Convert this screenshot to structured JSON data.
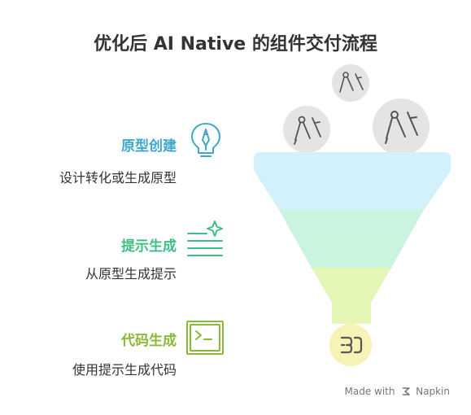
{
  "title": "优化后 AI Native 的组件交付流程",
  "stages": [
    {
      "label": "原型创建",
      "desc": "设计转化或生成原型",
      "color": "#3FA7CC",
      "icon": "lightbulb-pen-icon"
    },
    {
      "label": "提示生成",
      "desc": "从原型生成提示",
      "color": "#3DBE85",
      "icon": "sparkle-lines-icon"
    },
    {
      "label": "代码生成",
      "desc": "使用提示生成代码",
      "color": "#8CB83A",
      "icon": "terminal-icon"
    }
  ],
  "funnel": {
    "band_colors": [
      "#D2F1FA",
      "#C9F5DE",
      "#E5F7B6"
    ],
    "bottom_color": "#F7F3B7",
    "input_icons": [
      "drafting-compass-icon",
      "drafting-compass-icon",
      "drafting-compass-icon"
    ],
    "output_icon": "code-brackets-icon"
  },
  "footer": {
    "made_with": "Made with",
    "brand": "Napkin"
  }
}
